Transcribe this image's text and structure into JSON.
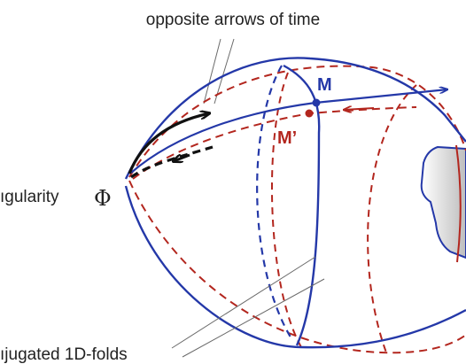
{
  "labels": {
    "top": "opposite arrows of time",
    "singularity_text": "ıgularity",
    "singularity_symbol": "Φ",
    "point_m": "M",
    "point_m_prime": "M’",
    "bottom": "ıjugated 1D-folds"
  },
  "colors": {
    "blue": "#2438a8",
    "red": "#b3261e",
    "black": "#111111",
    "leader": "#6a6a6a",
    "text": "#222222",
    "hole_shade": "#d9d9d9"
  }
}
